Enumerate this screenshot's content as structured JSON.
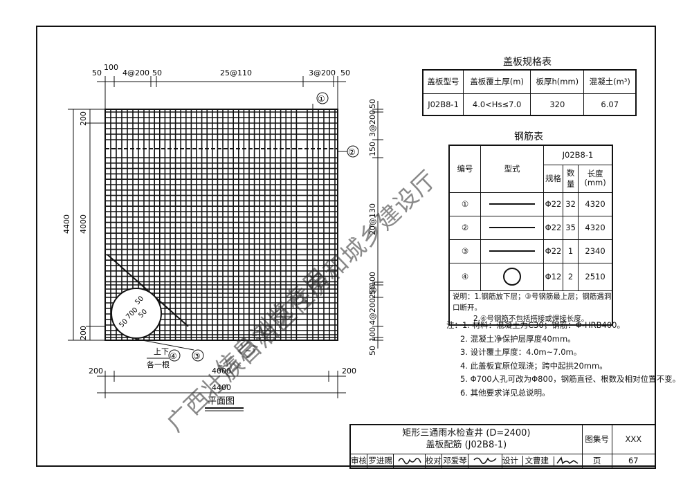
{
  "plan": {
    "title": "平面图",
    "dims_top": [
      "50",
      "100",
      "4@200",
      "50",
      "25@110",
      "3@200",
      "50"
    ],
    "dims_left": [
      "4400",
      "4000",
      "200",
      "200"
    ],
    "dims_right_upper": [
      "50",
      "3@200",
      "150"
    ],
    "dims_right_mid": "20@130",
    "dims_right_lower": [
      "50",
      "2@100",
      "4@200",
      "100",
      "50"
    ],
    "dims_bottom": [
      "200",
      "4000",
      "200",
      "4400"
    ],
    "hole_labels": [
      "50",
      "700",
      "50",
      "50"
    ],
    "marker_1": "①",
    "marker_2": "②",
    "marker_3": "③",
    "marker_4": "④",
    "side_note_top": "上下",
    "side_note_bottom": "各一根"
  },
  "spec_table": {
    "title": "盖板规格表",
    "headers": [
      "盖板型号",
      "盖板覆土厚(m)",
      "板厚h(mm)",
      "混凝土(m³)"
    ],
    "row": [
      "J02B8-1",
      "4.0<Hs≤7.0",
      "320",
      "6.07"
    ]
  },
  "rebar_table": {
    "title": "钢筋表",
    "header_no": "编号",
    "header_shape": "型式",
    "header_group": "J02B8-1",
    "header_spec": "规格",
    "header_qty": "数量",
    "header_len": "长度(mm)",
    "rows": [
      {
        "no": "①",
        "spec": "Φ22",
        "qty": "32",
        "len": "4320",
        "shape": "line"
      },
      {
        "no": "②",
        "spec": "Φ22",
        "qty": "35",
        "len": "4320",
        "shape": "line"
      },
      {
        "no": "③",
        "spec": "Φ22",
        "qty": "1",
        "len": "2340",
        "shape": "line"
      },
      {
        "no": "④",
        "spec": "Φ12",
        "qty": "2",
        "len": "2510",
        "shape": "circle"
      }
    ],
    "note_1": "说明：1.钢筋放下层；③号钢筋最上层；钢筋遇洞口断开。",
    "note_2": "2.④号钢筋不包括搭接或焊接长度。"
  },
  "notes": [
    "注：1. 材料：混凝土为C30；钢筋：Φ-HRB400。",
    "2. 混凝土净保护层厚度40mm。",
    "3. 设计覆土厚度：4.0m~7.0m。",
    "4. 此盖板宜原位现浇；跨中起拱20mm。",
    "5. Φ700人孔可改为Φ800，钢筋直径、根数及相对位置不变。",
    "6. 其他要求详见总说明。"
  ],
  "title_block": {
    "title_line1": "矩形三通雨水检查井 (D=2400)",
    "title_line2": "盖板配筋 (J02B8-1)",
    "atlas_label": "图集号",
    "atlas_value": "XXX",
    "review_label": "审核",
    "review_name": "罗进赐",
    "check_label": "校对",
    "check_name": "邓爱琴",
    "design_label": "设计",
    "design_name": "文曹建",
    "page_label": "页",
    "page_value": "67"
  },
  "watermark": [
    "广西壮族自治区住房和城乡建设厅",
    "信息浏览专用"
  ]
}
